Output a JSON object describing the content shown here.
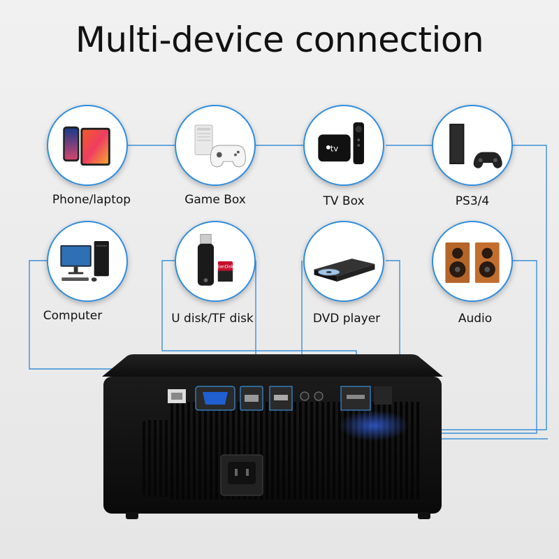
{
  "title": "Multi-device connection",
  "accent_color": "#2f8de0",
  "devices": [
    {
      "label": "Phone/laptop",
      "icon": "phone-tablet-icon"
    },
    {
      "label": "Game Box",
      "icon": "game-console-icon"
    },
    {
      "label": "TV Box",
      "icon": "tv-box-icon"
    },
    {
      "label": "PS3/4",
      "icon": "playstation-icon"
    },
    {
      "label": "Computer",
      "icon": "computer-icon"
    },
    {
      "label": "U disk/TF disk",
      "icon": "usb-sd-card-icon"
    },
    {
      "label": "DVD player",
      "icon": "dvd-player-icon"
    },
    {
      "label": "Audio",
      "icon": "speakers-icon"
    }
  ],
  "projector": {
    "ports": [
      "lan-port",
      "vga-port",
      "usb-port",
      "hdmi-port",
      "audio-port",
      "av-port",
      "sd-port"
    ]
  }
}
